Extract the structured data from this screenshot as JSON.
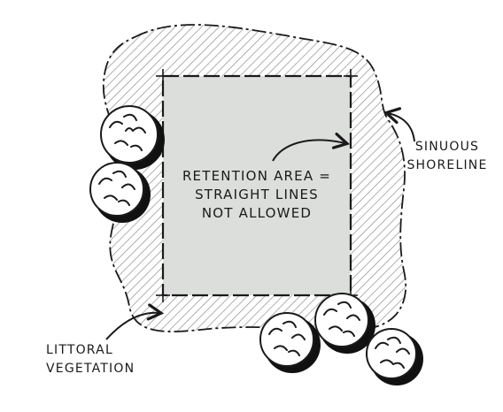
{
  "diagram": {
    "center_label": {
      "line1": "RETENTION AREA =",
      "line2": "STRAIGHT LINES",
      "line3": "NOT ALLOWED"
    },
    "shoreline_label": {
      "line1": "SINUOUS",
      "line2": "SHORELINE"
    },
    "vegetation_label": {
      "line1": "LITTORAL",
      "line2": "VEGETATION"
    }
  },
  "colors": {
    "ink": "#1a1a1a",
    "retention_fill": "#dcdedc",
    "hatch": "#8e8e8e",
    "background": "#ffffff"
  }
}
